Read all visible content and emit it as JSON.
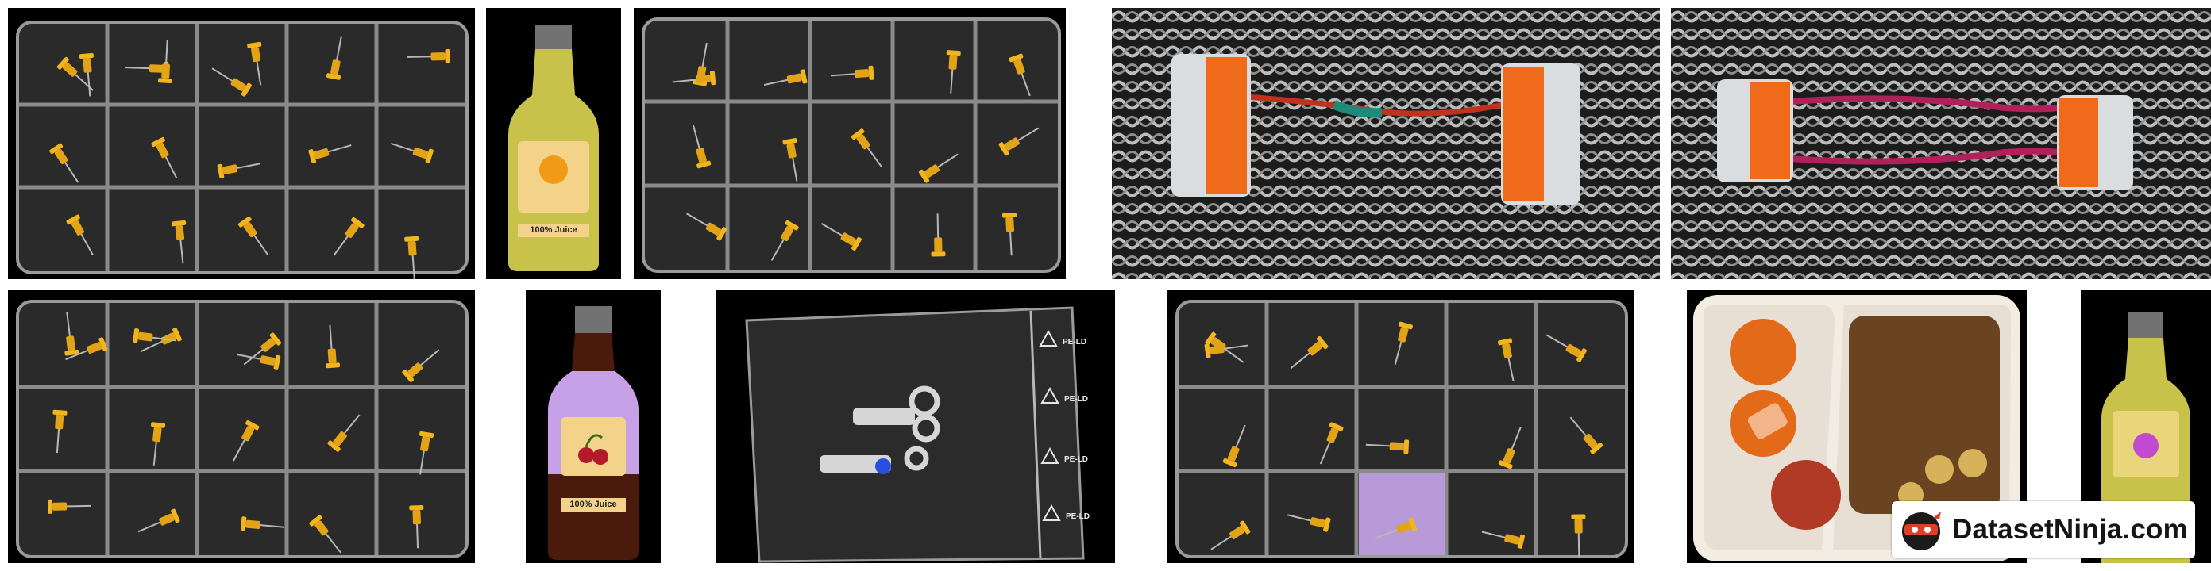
{
  "mosaic_title": "",
  "tiles": [
    {
      "name": "pushpin-box",
      "kind": "pin-box",
      "pins": 18,
      "pin_color": "#e3a316"
    },
    {
      "name": "juice-bottle-orange",
      "kind": "bottle",
      "liquid": "#c8c24a",
      "label_text": "100% Juice",
      "fruit_icon": "orange-icon"
    },
    {
      "name": "pushpin-box",
      "kind": "pin-box",
      "pins": 16,
      "pin_color": "#e3a316"
    },
    {
      "name": "wire-connector-pair",
      "kind": "connectors",
      "wire_color": "#c0321d",
      "sleeve_color": "#1f8a7a"
    },
    {
      "name": "wire-connector-pair",
      "kind": "connectors",
      "wire_color": "#b0205a",
      "sleeve_color": "#b0205a"
    },
    {
      "name": "pushpin-box",
      "kind": "pin-box",
      "pins": 18,
      "pin_color": "#e3a316"
    },
    {
      "name": "juice-bottle-cherry",
      "kind": "bottle",
      "liquid": "#4a1a0c",
      "label_text": "100% Juice",
      "fruit_icon": "cherry-icon"
    },
    {
      "name": "screw-bag",
      "kind": "bag",
      "bag_marking": "PE-LD"
    },
    {
      "name": "pushpin-box",
      "kind": "pin-box",
      "pins": 16,
      "pin_color": "#e3a316"
    },
    {
      "name": "lunch-box",
      "kind": "lunch"
    },
    {
      "name": "juice-bottle-partial",
      "kind": "bottle",
      "liquid": "#c8c24a",
      "label_text": "",
      "fruit_icon": "plum-icon"
    }
  ],
  "brand": {
    "name": "DatasetNinja.com",
    "logo_icon": "ninja-logo-icon"
  }
}
